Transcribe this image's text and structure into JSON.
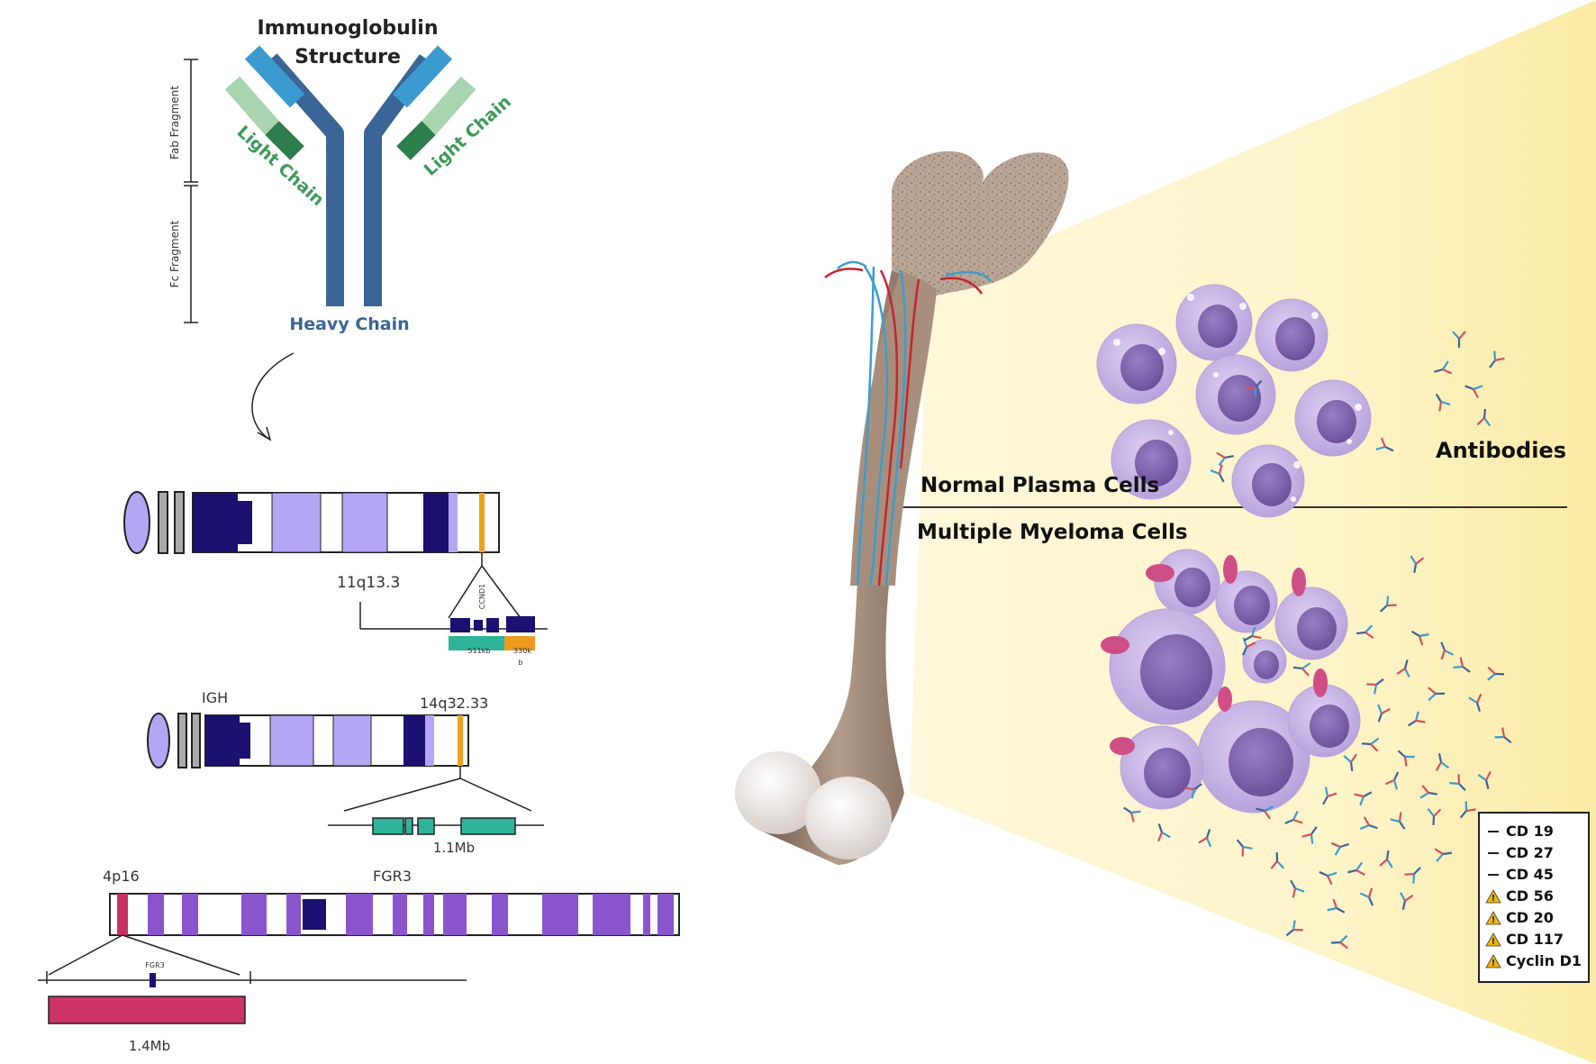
{
  "antibody": {
    "title_line1": "Immunoglobulin",
    "title_line2": "Structure",
    "fab_label": "Fab Fragment",
    "fc_label": "Fc Fragment",
    "light_chain_left": "Light Chain",
    "light_chain_right": "Light Chain",
    "heavy_chain": "Heavy Chain"
  },
  "chromosomes": {
    "chr11": {
      "band": "11q13.3",
      "gene": "CCND1",
      "seg1": "511kb",
      "seg2": "330k",
      "seg2_sub": "b"
    },
    "chr14": {
      "locus": "IGH",
      "band": "14q32.33",
      "size": "1.1Mb"
    },
    "chr4": {
      "band": "4p16",
      "gene": "FGR3",
      "gene_small": "FGR3",
      "size": "1.4Mb"
    }
  },
  "bone": {
    "normal_label": "Normal Plasma Cells",
    "myeloma_label": "Multiple Myeloma Cells",
    "antibodies_label": "Antibodies"
  },
  "markers": {
    "items": [
      {
        "label": "CD 19",
        "icon": "dash-icon",
        "warn": false
      },
      {
        "label": "CD 27",
        "icon": "dash-icon",
        "warn": false
      },
      {
        "label": "CD 45",
        "icon": "dash-icon",
        "warn": false
      },
      {
        "label": "CD 56",
        "icon": "warning-icon",
        "warn": true
      },
      {
        "label": "CD 20",
        "icon": "warning-icon",
        "warn": true
      },
      {
        "label": "CD 117",
        "icon": "warning-icon",
        "warn": true
      },
      {
        "label": "Cyclin D1",
        "icon": "warning-icon",
        "warn": true
      }
    ]
  },
  "colors": {
    "heavy_chain": "#3a6596",
    "light_chain": "#5a9e6f",
    "variable_blue": "#3b9bd0",
    "chromosome_dark": "#1a1170",
    "chromosome_light": "#b4a6f5",
    "chromosome_purple": "#8a55cc",
    "accent_pink": "#c8325e",
    "cell_purple": "#c9b7e6",
    "nucleus": "#7a5ea8",
    "glow": "#fdf3c4"
  }
}
